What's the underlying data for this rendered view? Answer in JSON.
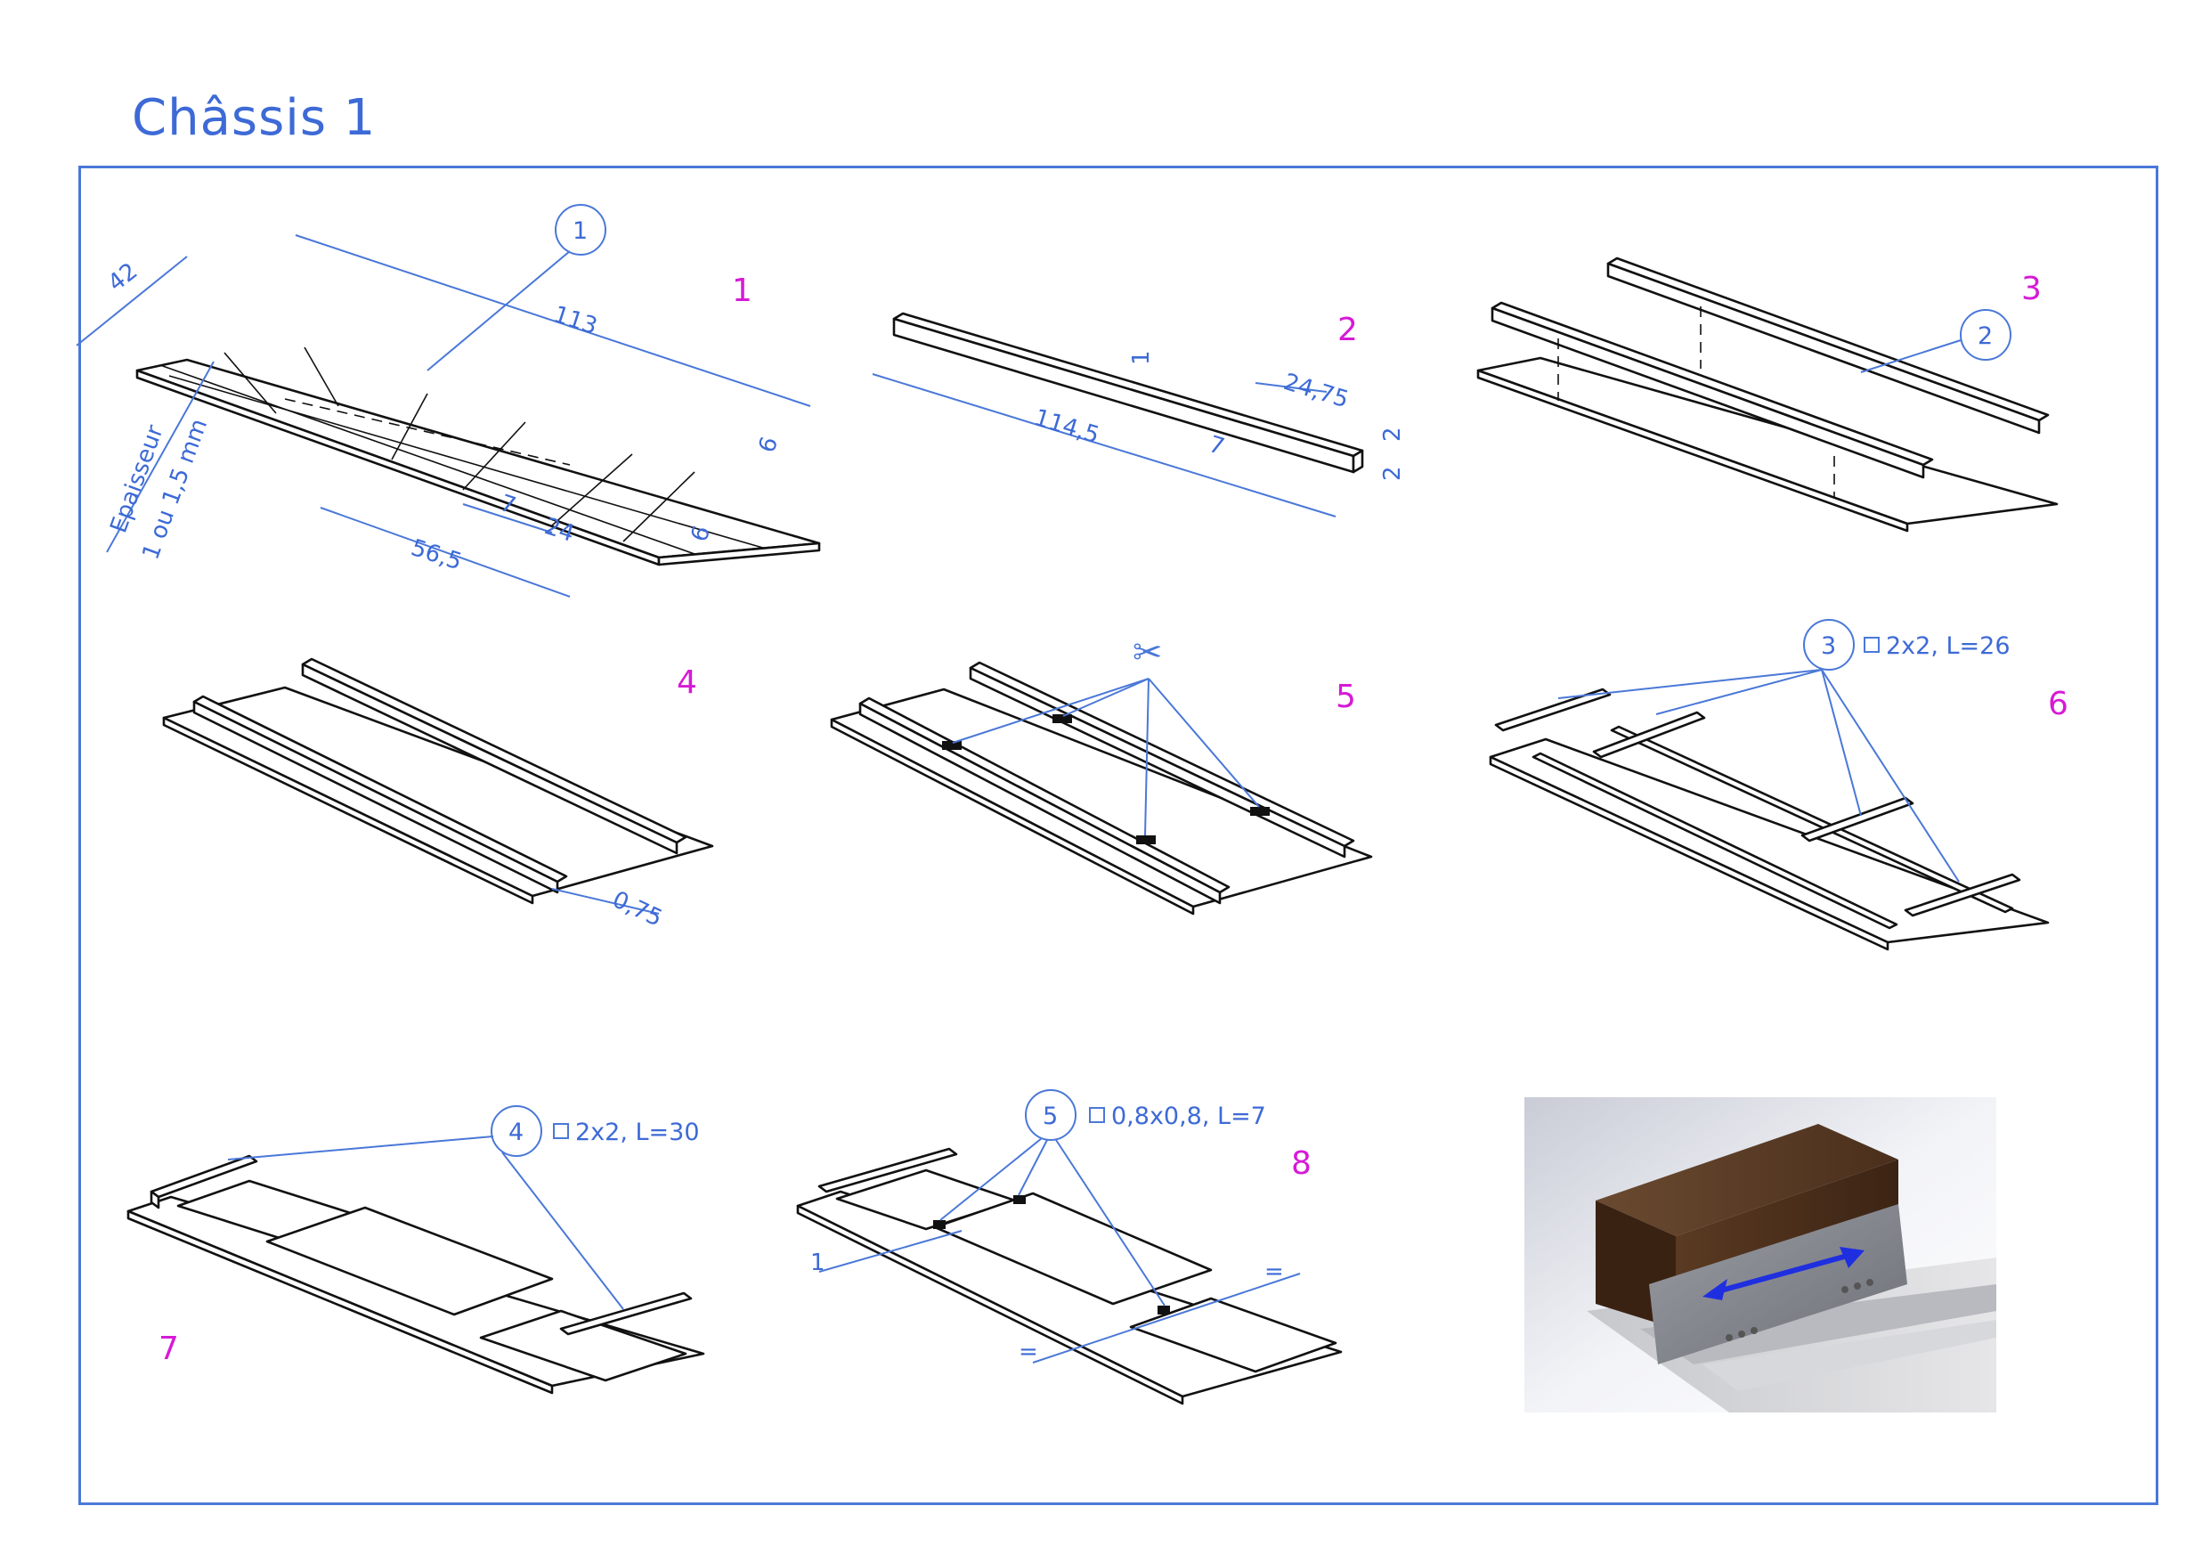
{
  "title": "Châssis 1",
  "steps": {
    "s1": {
      "num": "1",
      "callout": "1",
      "dim_width": "42",
      "dim_length": "113",
      "dim_thickness": "Epaisseur",
      "dim_thickness2": "1 ou 1,5 mm",
      "dim_56": "56,5",
      "dim_7": "7",
      "dim_24": "24",
      "dim_6a": "6",
      "dim_6b": "6"
    },
    "s2": {
      "num": "2",
      "dim_length": "114,5",
      "dim_24": "24,75",
      "dim_1": "1",
      "dim_2a": "2",
      "dim_2b": "2",
      "dim_7": "7"
    },
    "s3": {
      "num": "3",
      "callout": "2"
    },
    "s4": {
      "num": "4",
      "dim": "0,75"
    },
    "s5": {
      "num": "5",
      "scissors": "✂"
    },
    "s6": {
      "num": "6",
      "callout": "3",
      "spec": "2x2, L=26"
    },
    "s7": {
      "num": "7",
      "callout": "4",
      "spec": "2x2, L=30"
    },
    "s8": {
      "num": "8",
      "callout": "5",
      "spec": "0,8x0,8, L=7",
      "dim_1": "1",
      "eq_a": "=",
      "eq_b": "="
    }
  },
  "colors": {
    "accent": "#3d6ad6",
    "step_number": "#d61ad6",
    "line": "#111111"
  }
}
